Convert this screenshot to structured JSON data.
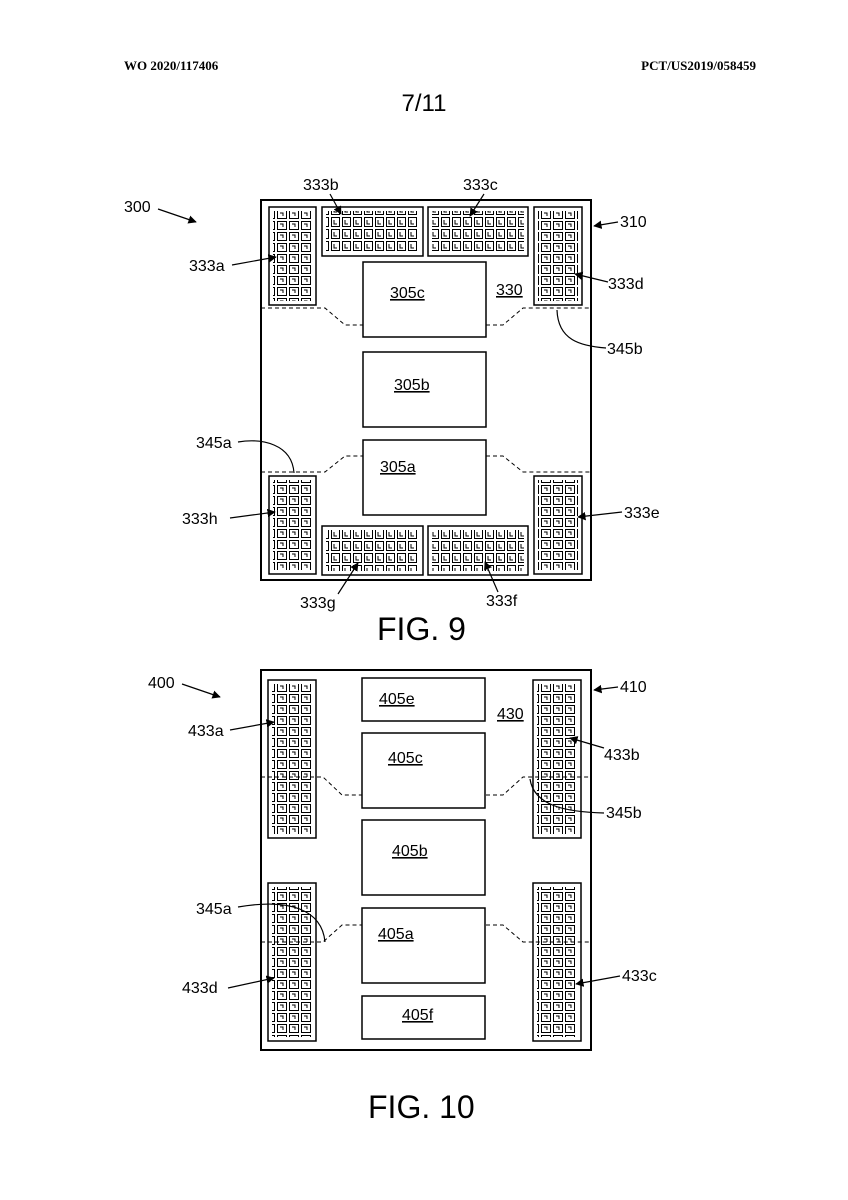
{
  "header": {
    "pub_number": "WO 2020/117406",
    "app_number": "PCT/US2019/058459",
    "sheet": "7/11"
  },
  "fig9": {
    "caption": "FIG. 9",
    "ref_device": "300",
    "ref_substrate": "310",
    "ref_region": "330",
    "dies": {
      "top": "305c",
      "middle": "305b",
      "bottom": "305a"
    },
    "arrays": {
      "a": "333a",
      "b": "333b",
      "c": "333c",
      "d": "333d",
      "e": "333e",
      "f": "333f",
      "g": "333g",
      "h": "333h"
    },
    "boundaries": {
      "lower": "345a",
      "upper": "345b"
    }
  },
  "fig10": {
    "caption": "FIG. 10",
    "ref_device": "400",
    "ref_substrate": "410",
    "ref_region": "430",
    "dies": {
      "e": "405e",
      "c": "405c",
      "b": "405b",
      "a": "405a",
      "f": "405f"
    },
    "arrays": {
      "a": "433a",
      "b": "433b",
      "c": "433c",
      "d": "433d"
    },
    "boundaries": {
      "lower": "345a",
      "upper": "345b"
    }
  }
}
